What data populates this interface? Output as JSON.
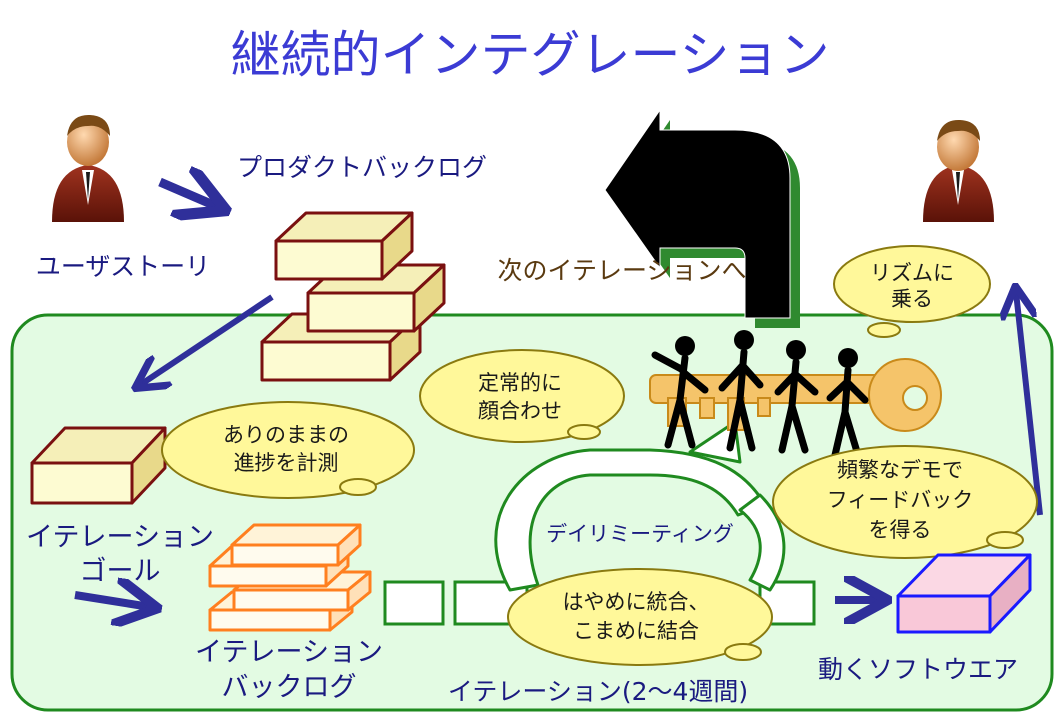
{
  "title": "継続的インテグレーション",
  "labels": {
    "user_story": "ユーザストーリ",
    "product_backlog": "プロダクトバックログ",
    "next_iteration": "次のイテレーションへ",
    "iteration_goal_1": "イテレーション",
    "iteration_goal_2": "ゴール",
    "iteration_backlog_1": "イテレーション",
    "iteration_backlog_2": "バックログ",
    "iteration_period": "イテレーション(2～4週間)",
    "working_software": "動くソフトウエア",
    "daily_meeting": "デイリミーティング"
  },
  "bubbles": {
    "rhythm_1": "リズムに",
    "rhythm_2": "乗る",
    "face_1": "定常的に",
    "face_2": "顔合わせ",
    "progress_1": "ありのままの",
    "progress_2": "進捗を計測",
    "demo_1": "頻繁なデモで",
    "demo_2": "フィードバック",
    "demo_3": "を得る",
    "integrate_1": "はやめに統合、",
    "integrate_2": "こまめに結合"
  },
  "colors": {
    "title": "#3b3bd4",
    "panel_fill": "#e3fbe3",
    "panel_stroke": "#1f8a1f",
    "arrow_blue": "#2f2f9a",
    "brick_stroke": "#7a1010",
    "brick_fill": "#fdfbd2",
    "orange": "#ff7f1f",
    "bubble_fill": "#fff89a",
    "pink": "#f9c8d8"
  }
}
